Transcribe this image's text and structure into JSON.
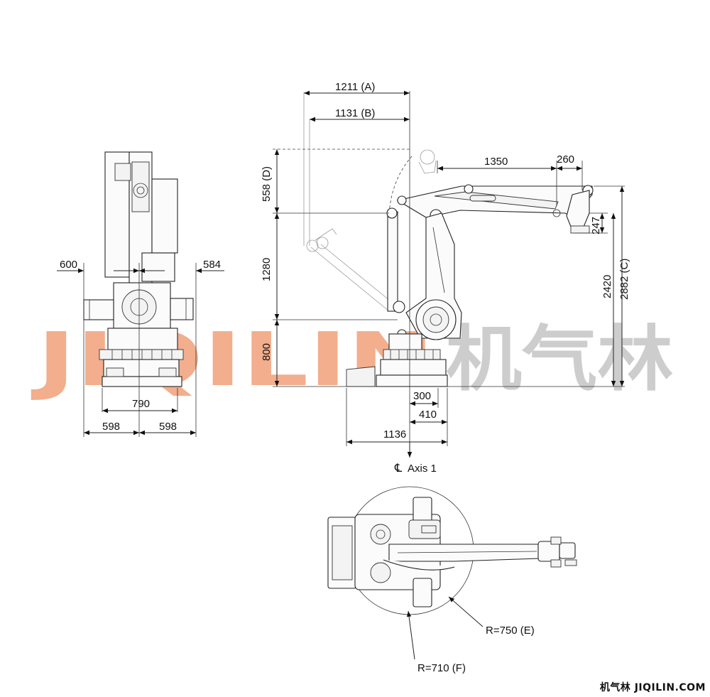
{
  "dimensions": {
    "front_left_upper": "600",
    "front_right_upper": "584",
    "front_base": "790",
    "front_left_lower": "598",
    "front_right_lower": "598",
    "reach_a": "1211 (A)",
    "reach_b": "1131 (B)",
    "height_d": "558 (D)",
    "height_1280": "1280",
    "height_800": "800",
    "arm_1350": "1350",
    "arm_260": "260",
    "tool_247": "247",
    "height_2420": "2420",
    "height_c": "2882 (C)",
    "base_300": "300",
    "base_410": "410",
    "base_1136": "1136",
    "axis_label": "Axis 1",
    "radius_e": "R=750 (E)",
    "radius_f": "R=710 (F)"
  },
  "watermark": {
    "latin": "JIQILIN",
    "cjk": "机气林",
    "latin_color": "#f0a07a",
    "cjk_color": "#c8c8c8"
  },
  "footer": {
    "brand_cjk": "机气林",
    "brand_url": "JIQILIN.COM"
  }
}
